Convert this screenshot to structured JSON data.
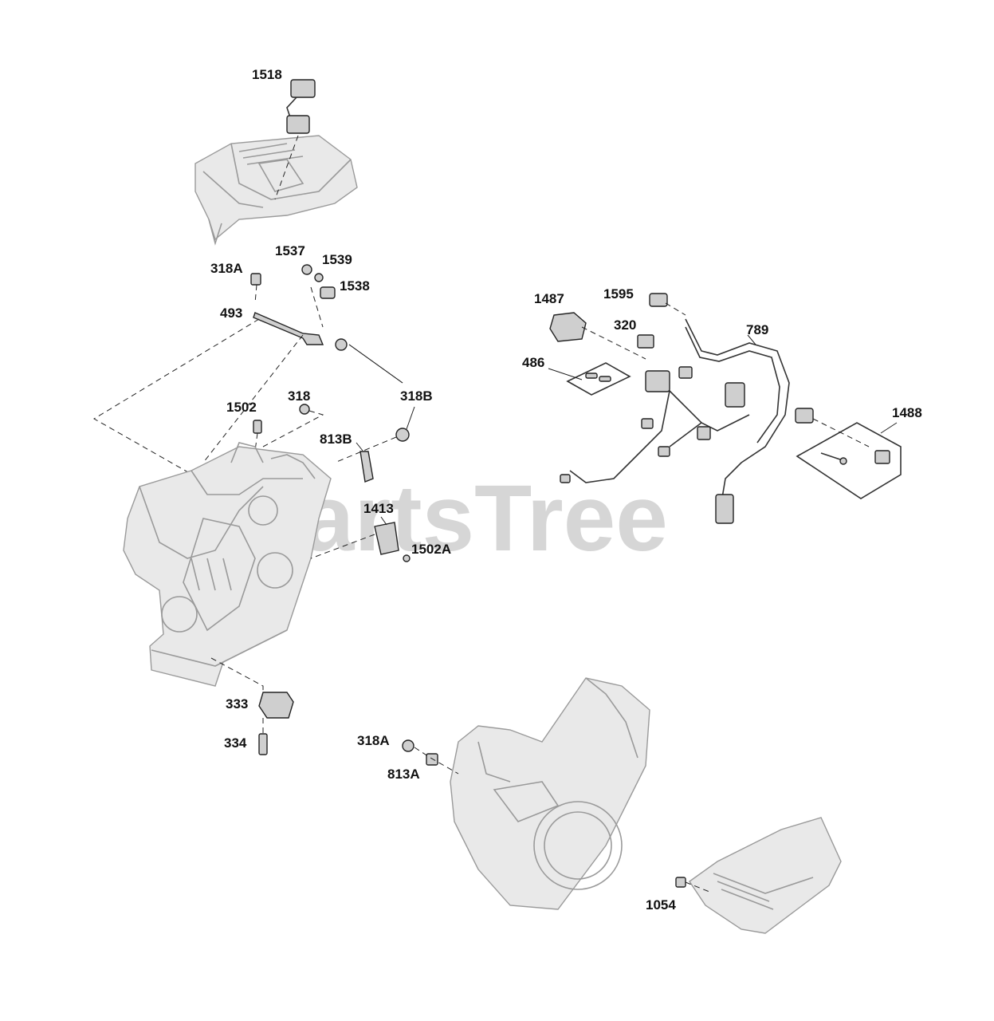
{
  "watermark": "PartsTree",
  "labels": {
    "l1518": "1518",
    "l1537": "1537",
    "l1539": "1539",
    "l318A_top": "318A",
    "l1538": "1538",
    "l493": "493",
    "l318": "318",
    "l318B": "318B",
    "l1502": "1502",
    "l813B": "813B",
    "l1413": "1413",
    "l1502A": "1502A",
    "l333": "333",
    "l334": "334",
    "l318A_bottom": "318A",
    "l813A": "813A",
    "l1054": "1054",
    "l1487": "1487",
    "l1595": "1595",
    "l320": "320",
    "l789": "789",
    "l486": "486",
    "l1488": "1488"
  }
}
